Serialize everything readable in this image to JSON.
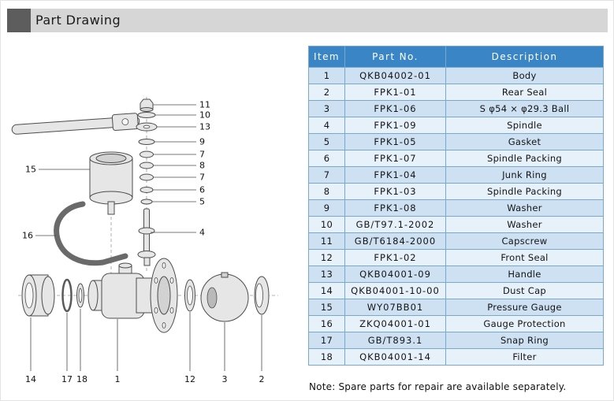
{
  "page": {
    "title": "Part Drawing",
    "note": "Note: Spare parts for repair are available separately."
  },
  "table": {
    "headers": {
      "item": "Item",
      "part_no": "Part No.",
      "description": "Description"
    },
    "rows": [
      {
        "item": "1",
        "part_no": "QKB04002-01",
        "description": "Body"
      },
      {
        "item": "2",
        "part_no": "FPK1-01",
        "description": "Rear Seal"
      },
      {
        "item": "3",
        "part_no": "FPK1-06",
        "description": "S φ54 × φ29.3 Ball"
      },
      {
        "item": "4",
        "part_no": "FPK1-09",
        "description": "Spindle"
      },
      {
        "item": "5",
        "part_no": "FPK1-05",
        "description": "Gasket"
      },
      {
        "item": "6",
        "part_no": "FPK1-07",
        "description": "Spindle Packing"
      },
      {
        "item": "7",
        "part_no": "FPK1-04",
        "description": "Junk Ring"
      },
      {
        "item": "8",
        "part_no": "FPK1-03",
        "description": "Spindle Packing"
      },
      {
        "item": "9",
        "part_no": "FPK1-08",
        "description": "Washer"
      },
      {
        "item": "10",
        "part_no": "GB/T97.1-2002",
        "description": "Washer"
      },
      {
        "item": "11",
        "part_no": "GB/T6184-2000",
        "description": "Capscrew"
      },
      {
        "item": "12",
        "part_no": "FPK1-02",
        "description": "Front Seal"
      },
      {
        "item": "13",
        "part_no": "QKB04001-09",
        "description": "Handle"
      },
      {
        "item": "14",
        "part_no": "QKB04001-10-00",
        "description": "Dust Cap"
      },
      {
        "item": "15",
        "part_no": "WY07BB01",
        "description": "Pressure Gauge"
      },
      {
        "item": "16",
        "part_no": "ZKQ04001-01",
        "description": "Gauge Protection"
      },
      {
        "item": "17",
        "part_no": "GB/T893.1",
        "description": "Snap Ring"
      },
      {
        "item": "18",
        "part_no": "QKB04001-14",
        "description": "Filter"
      }
    ]
  },
  "diagram": {
    "callouts": {
      "n11": "11",
      "n10": "10",
      "n13": "13",
      "n9": "9",
      "n7a": "7",
      "n8": "8",
      "n7b": "7",
      "n6": "6",
      "n5": "5",
      "n4": "4",
      "n15": "15",
      "n16": "16",
      "n14": "14",
      "n17": "17",
      "n18": "18",
      "n1": "1",
      "n12": "12",
      "n3": "3",
      "n2": "2"
    }
  }
}
